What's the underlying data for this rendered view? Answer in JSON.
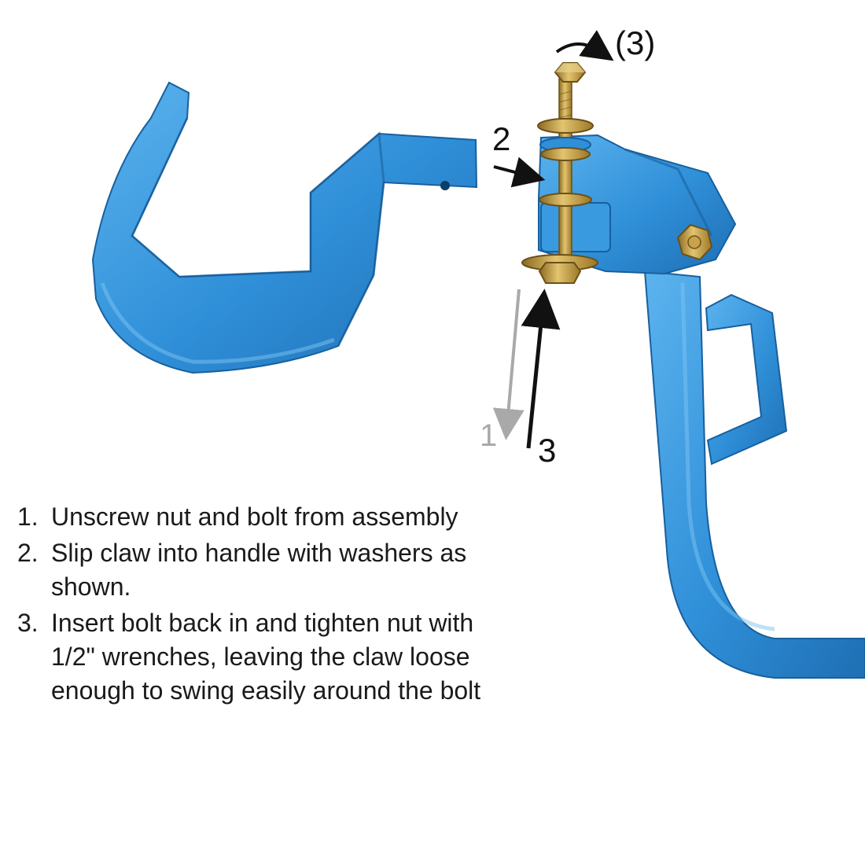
{
  "callouts": {
    "rotate": "(3)",
    "washers": "2",
    "remove": "1",
    "insert": "3"
  },
  "instructions": [
    {
      "number": "1.",
      "text": "Unscrew nut and bolt from assembly"
    },
    {
      "number": "2.",
      "text": "Slip claw into handle with washers as shown."
    },
    {
      "number": "3.",
      "text": "Insert bolt back in and tighten nut with 1/2\" wrenches, leaving the claw loose enough to swing easily around the bolt"
    }
  ],
  "colors": {
    "tool_blue": "#2f8fd8",
    "tool_blue_dark": "#1f6fb4",
    "tool_blue_light": "#5cb3ee",
    "brass": "#c9a24a",
    "arrow_black": "#111111",
    "arrow_gray": "#a9a9a9"
  }
}
